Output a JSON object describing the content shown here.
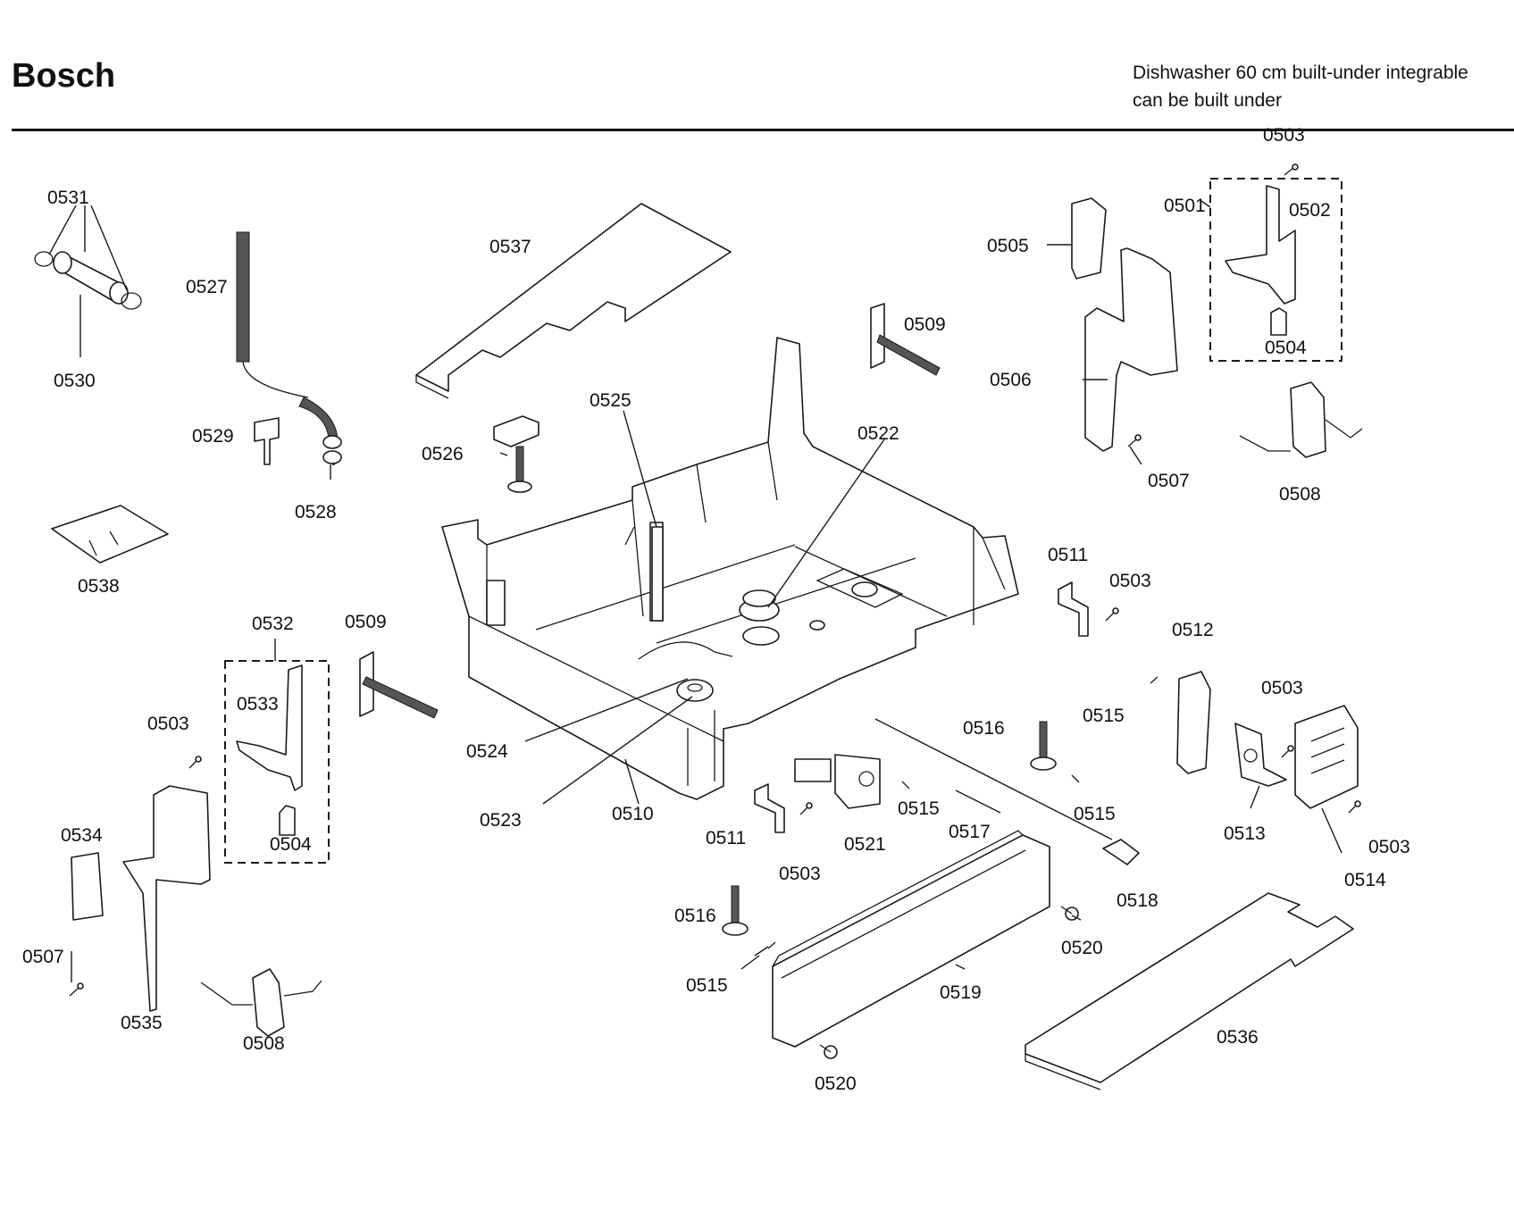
{
  "header": {
    "brand": "Bosch",
    "subtitle_line1": "Dishwasher 60 cm built-under integrable",
    "subtitle_line2": "can be built under"
  },
  "callouts": {
    "p0501": "0501",
    "p0502": "0502",
    "p0503": "0503",
    "p0504": "0504",
    "p0505": "0505",
    "p0506": "0506",
    "p0507": "0507",
    "p0508": "0508",
    "p0509": "0509",
    "p0510": "0510",
    "p0511": "0511",
    "p0512": "0512",
    "p0513": "0513",
    "p0514": "0514",
    "p0515": "0515",
    "p0516": "0516",
    "p0517": "0517",
    "p0518": "0518",
    "p0519": "0519",
    "p0520": "0520",
    "p0521": "0521",
    "p0522": "0522",
    "p0523": "0523",
    "p0524": "0524",
    "p0525": "0525",
    "p0526": "0526",
    "p0527": "0527",
    "p0528": "0528",
    "p0529": "0529",
    "p0530": "0530",
    "p0531": "0531",
    "p0532": "0532",
    "p0533": "0533",
    "p0534": "0534",
    "p0535": "0535",
    "p0536": "0536",
    "p0537": "0537",
    "p0538": "0538"
  }
}
